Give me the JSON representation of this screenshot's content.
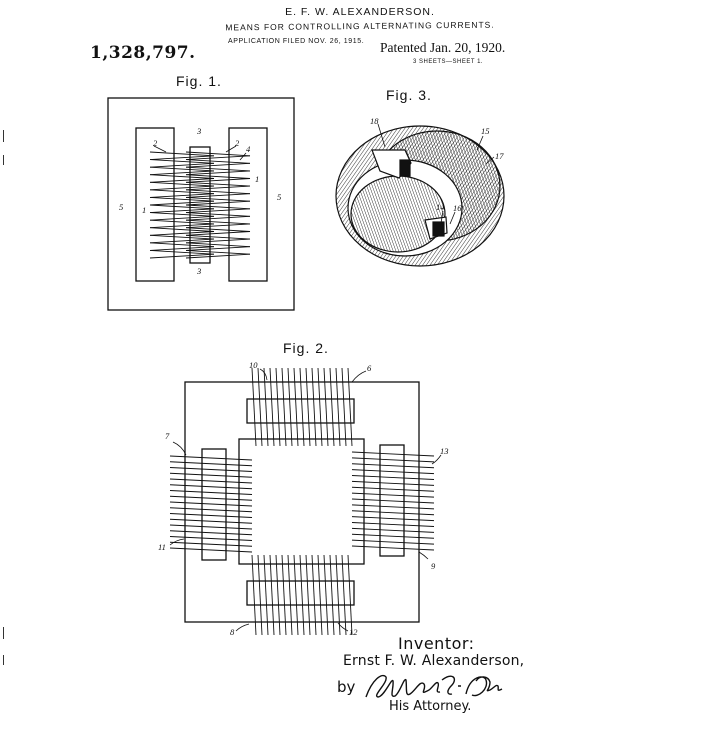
{
  "header": {
    "inventor_name": "E. F. W. ALEXANDERSON.",
    "title": "MEANS FOR CONTROLLING ALTERNATING CURRENTS.",
    "application": "APPLICATION FILED NOV. 26, 1915.",
    "patent_number": "1,328,797.",
    "patented": "Patented Jan. 20, 1920.",
    "sheets": "3 SHEETS—SHEET 1."
  },
  "figures": {
    "fig1": {
      "label": "Fig. 1.",
      "refs": {
        "r1a": "1",
        "r1b": "1",
        "r2a": "2",
        "r2b": "2",
        "r3a": "3",
        "r3b": "3",
        "r4": "4",
        "r5a": "5",
        "r5b": "5"
      }
    },
    "fig2": {
      "label": "Fig. 2.",
      "refs": {
        "r6": "6",
        "r7": "7",
        "r8": "8",
        "r9": "9",
        "r10": "10",
        "r11": "11",
        "r12": "12",
        "r13": "13"
      }
    },
    "fig3": {
      "label": "Fig. 3.",
      "refs": {
        "r14": "14",
        "r15": "15",
        "r16": "16",
        "r17": "17",
        "r18": "18"
      }
    }
  },
  "signature": {
    "inventor_label": "Inventor:",
    "inventor_name": "Ernst F. W. Alexanderson,",
    "by": "by",
    "attorney_label": "His Attorney."
  },
  "colors": {
    "ink": "#111111",
    "paper": "#ffffff"
  }
}
